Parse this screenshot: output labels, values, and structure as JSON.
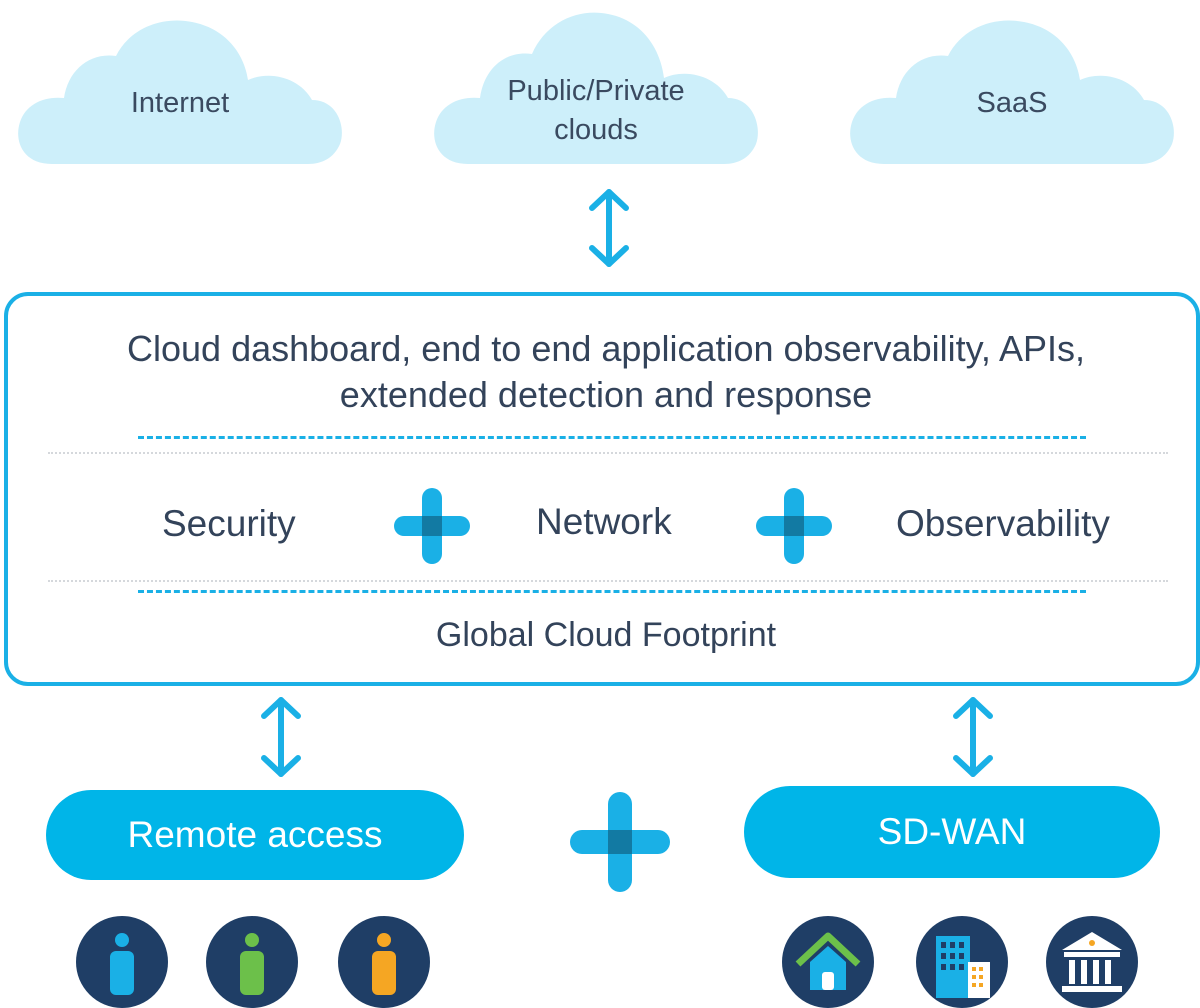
{
  "clouds": [
    {
      "label": "Internet"
    },
    {
      "label": "Public/Private\nclouds",
      "line1": "Public/Private",
      "line2": "clouds"
    },
    {
      "label": "SaaS"
    }
  ],
  "platform": {
    "headline_line1": "Cloud dashboard, end to end application observability, APIs,",
    "headline_line2": "extended detection and response",
    "pillars": [
      "Security",
      "Network",
      "Observability"
    ],
    "footprint": "Global Cloud Footprint"
  },
  "access": {
    "left": "Remote access",
    "right": "SD-WAN"
  },
  "icons": {
    "users": [
      "user-icon-blue",
      "user-icon-green",
      "user-icon-orange"
    ],
    "sites": [
      "home-icon",
      "office-building-icon",
      "bank-icon"
    ]
  },
  "colors": {
    "accent": "#1ab0e6",
    "cloud_fill": "#cdeffa",
    "pill_fill": "#00b5e8",
    "plus_fill": "#1ab0e6",
    "plus_center": "#127aa3",
    "icon_circle": "#1f3e66",
    "text": "#33435a"
  }
}
